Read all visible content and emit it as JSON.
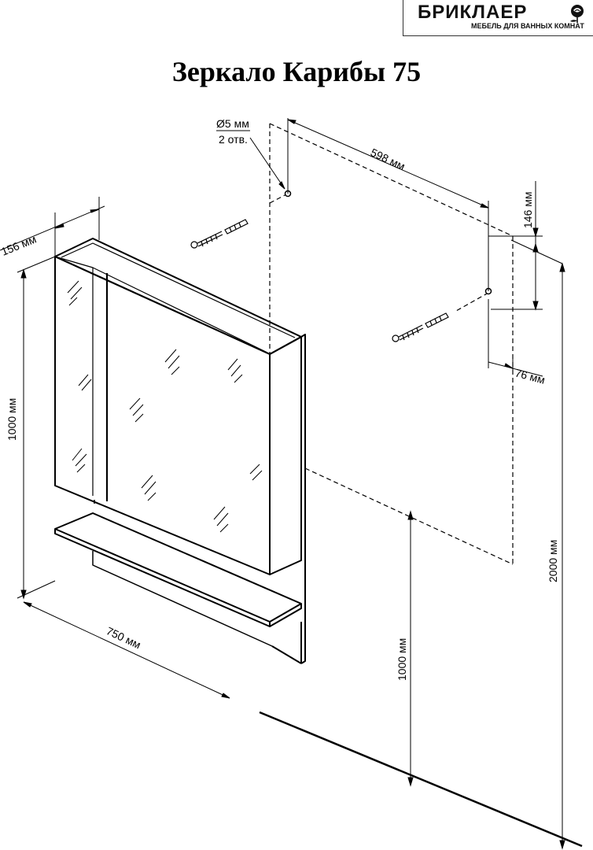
{
  "brand": {
    "name": "БРИКЛАЕР",
    "tagline": "МЕБЕЛЬ ДЛЯ ВАННЫХ КОМНАТ",
    "logo_icon": "rose-icon"
  },
  "title": "Зеркало Карибы 75",
  "dimensions": {
    "hole_diameter": "Ø5 мм",
    "hole_count": "2 отв.",
    "hole_spacing": "598 мм",
    "hole_height_offset": "146 мм",
    "hole_side_offset": "76 мм",
    "depth": "156 мм",
    "height": "1000 мм",
    "width": "750 мм",
    "mount_height": "1000 мм",
    "total_height": "2000 мм"
  },
  "colors": {
    "line": "#000000"
  }
}
